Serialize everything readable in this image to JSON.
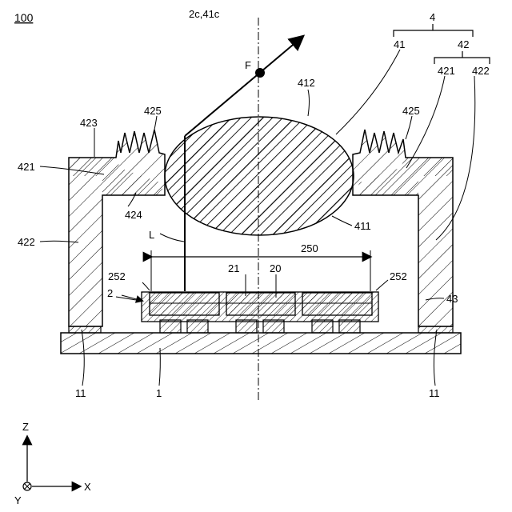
{
  "figure_number": "100",
  "labels": {
    "axis_label": "2c,41c",
    "focal_point": "F",
    "ref_4": "4",
    "ref_41": "41",
    "ref_42": "42",
    "ref_421_top": "421",
    "ref_422_top": "422",
    "ref_412": "412",
    "ref_425_left": "425",
    "ref_425_right": "425",
    "ref_423": "423",
    "ref_421_left": "421",
    "ref_424": "424",
    "ref_411": "411",
    "ref_422_left": "422",
    "ref_L": "L",
    "ref_250": "250",
    "ref_252_left": "252",
    "ref_252_right": "252",
    "ref_21": "21",
    "ref_20": "20",
    "ref_2": "2",
    "ref_43": "43",
    "ref_11_left": "11",
    "ref_1": "1",
    "ref_11_right": "11"
  },
  "axes": {
    "z": "Z",
    "x": "X",
    "y": "Y"
  }
}
